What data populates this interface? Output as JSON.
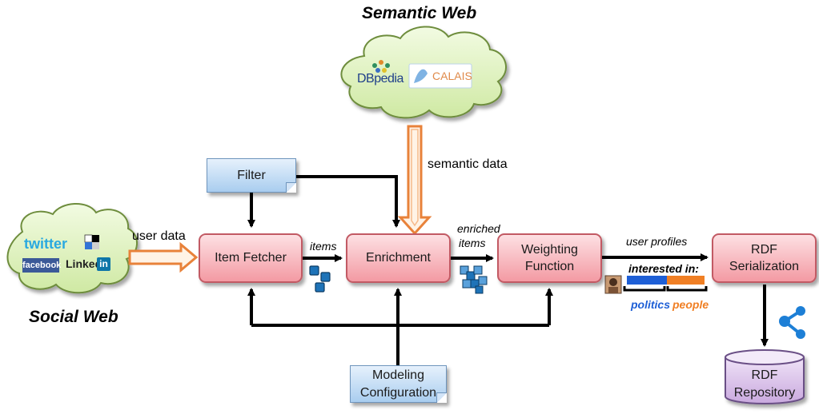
{
  "titles": {
    "semantic_web": "Semantic Web",
    "social_web": "Social Web"
  },
  "semantic_cloud": {
    "logos": [
      "DBpedia",
      "CALAIS"
    ]
  },
  "social_cloud": {
    "logos": [
      "twitter",
      "facebook",
      "Linked",
      "in"
    ]
  },
  "nodes": {
    "filter": "Filter",
    "item_fetcher": "Item Fetcher",
    "enrichment": "Enrichment",
    "weighting_line1": "Weighting",
    "weighting_line2": "Function",
    "rdf_ser_line1": "RDF",
    "rdf_ser_line2": "Serialization",
    "modeling_line1": "Modeling",
    "modeling_line2": "Configuration",
    "rdf_repo_line1": "RDF",
    "rdf_repo_line2": "Repository"
  },
  "edges": {
    "user_data": "user data",
    "semantic_data": "semantic data",
    "items": "items",
    "enriched_line1": "enriched",
    "enriched_line2": "items",
    "user_profiles": "user profiles"
  },
  "profile": {
    "heading": "interested in:",
    "topics": [
      "politics",
      "people"
    ]
  },
  "colors": {
    "process_fill": "#f39aa3",
    "note_fill": "#a9cdef",
    "cloud_fill": "#e3f5c2",
    "flow_arrow": "#e8823a",
    "topic_politics": "#1e5fd6",
    "topic_people": "#f07f24"
  }
}
